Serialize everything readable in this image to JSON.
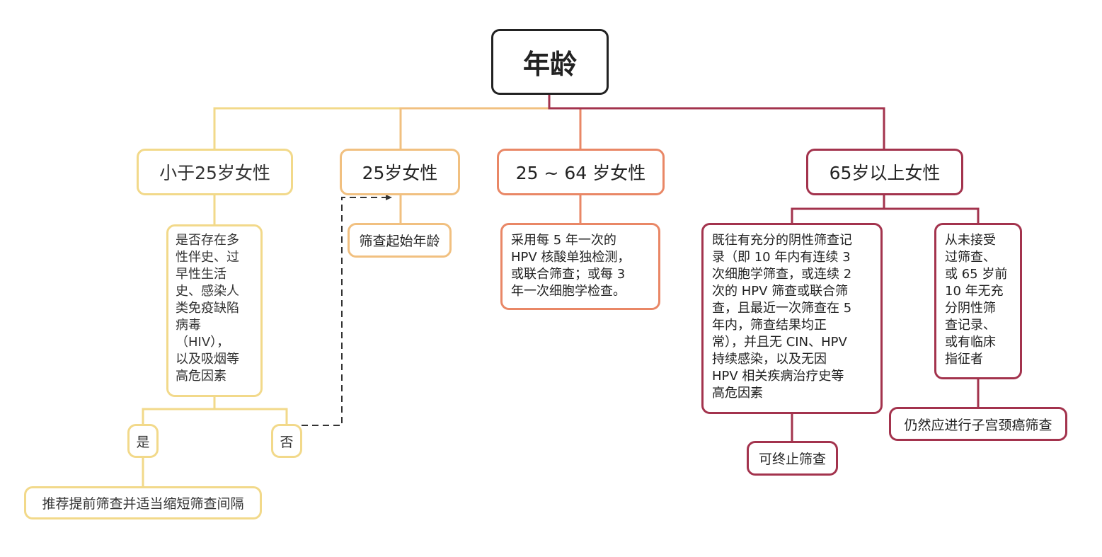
{
  "diagram": {
    "root": {
      "label": "年龄"
    },
    "branches": [
      {
        "label": "小于25岁女性",
        "color": "#f2d98a"
      },
      {
        "label": "25岁女性",
        "color": "#f1c080"
      },
      {
        "label": "25 ~ 64 岁女性",
        "color": "#e98766"
      },
      {
        "label": "65岁以上女性",
        "color": "#a3334d"
      }
    ],
    "under25": {
      "question": "是否存在多\n性伴史、过\n早性生活\n史、感染人\n类免疫缺陷\n病毒\n（HIV），\n以及吸烟等\n高危因素",
      "yes": "是",
      "no": "否",
      "yes_result": "推荐提前筛查并适当缩短筛查间隔"
    },
    "age25": {
      "note": "筛查起始年龄"
    },
    "age25_64": {
      "note": "采用每 5 年一次的\nHPV 核酸单独检测，\n或联合筛查；或每 3\n年一次细胞学检查。"
    },
    "over65": {
      "condition_a": "既往有充分的阴性筛查记\n录（即 10 年内有连续 3\n次细胞学筛查，或连续 2\n次的 HPV 筛查或联合筛\n查，且最近一次筛查在 5\n年内，筛查结果均正\n常），并且无 CIN、HPV\n持续感染，以及无因\nHPV 相关疾病治疗史等\n高危因素",
      "result_a": "可终止筛查",
      "condition_b": "从未接受\n过筛查、\n或 65 岁前\n10 年无充\n分阴性筛\n查记录、\n或有临床\n指征者",
      "result_b": "仍然应进行子宫颈癌筛查"
    }
  }
}
